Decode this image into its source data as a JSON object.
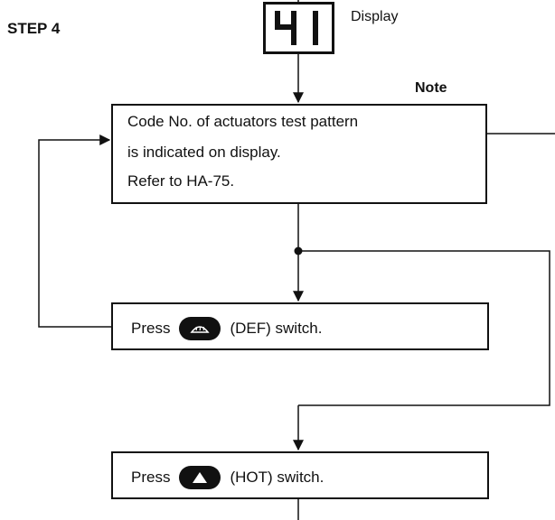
{
  "step": {
    "label": "STEP 4"
  },
  "display": {
    "value": "41",
    "caption": "Display"
  },
  "note": {
    "label": "Note"
  },
  "box_code": {
    "line1": "Code No. of actuators test pattern",
    "line2": "is indicated on display.",
    "line3": "Refer to HA-75."
  },
  "box_def": {
    "press": "Press",
    "switch_text": "(DEF) switch.",
    "icon": "defroster-icon"
  },
  "box_hot": {
    "press": "Press",
    "switch_text": "(HOT) switch.",
    "icon": "up-triangle-icon"
  },
  "colors": {
    "ink": "#111111",
    "paper": "#ffffff"
  }
}
